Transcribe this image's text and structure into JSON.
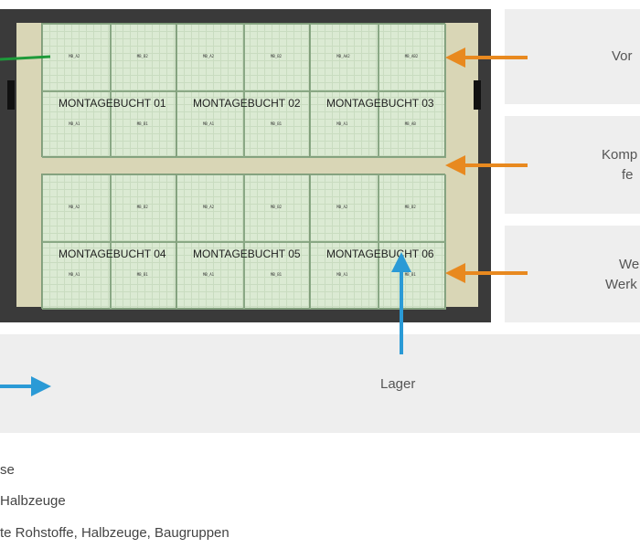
{
  "bays": [
    {
      "label": "MONTAGEBUCHT 01",
      "tags": [
        "MB_A2",
        "MB_B2",
        "MB_A1",
        "MB_B1"
      ]
    },
    {
      "label": "MONTAGEBUCHT 02",
      "tags": [
        "MB_A2",
        "MB_B2",
        "MB_A1",
        "MB_B1"
      ]
    },
    {
      "label": "MONTAGEBUCHT 03",
      "tags": [
        "MB_AA2",
        "MB_AB2",
        "MB_A1",
        "MB_AB"
      ]
    },
    {
      "label": "MONTAGEBUCHT 04",
      "tags": [
        "MB_A2",
        "MB_B2",
        "MB_A1",
        "MB_B1"
      ]
    },
    {
      "label": "MONTAGEBUCHT 05",
      "tags": [
        "MB_A2",
        "MB_B2",
        "MB_A1",
        "MB_B1"
      ]
    },
    {
      "label": "MONTAGEBUCHT 06",
      "tags": [
        "MB_A2",
        "MB_B2",
        "MB_A1",
        "MB_B1"
      ]
    }
  ],
  "side_boxes": [
    {
      "lines": [
        "Vor"
      ]
    },
    {
      "lines": [
        "Komp",
        "fe"
      ]
    },
    {
      "lines": [
        "We",
        "Werk"
      ]
    }
  ],
  "lager_label": "Lager",
  "legend": [
    "se",
    "Halbzeuge",
    "te Rohstoffe, Halbzeuge, Baugruppen"
  ],
  "colors": {
    "orange_arrow": "#e8891f",
    "blue_arrow": "#2a9ad6",
    "green_line": "#1e9a3a",
    "panel_fill": "#dbead3",
    "box_fill": "#eeeeee",
    "hall_wall": "#3a3a3a",
    "aisle": "#d9d6b6"
  }
}
